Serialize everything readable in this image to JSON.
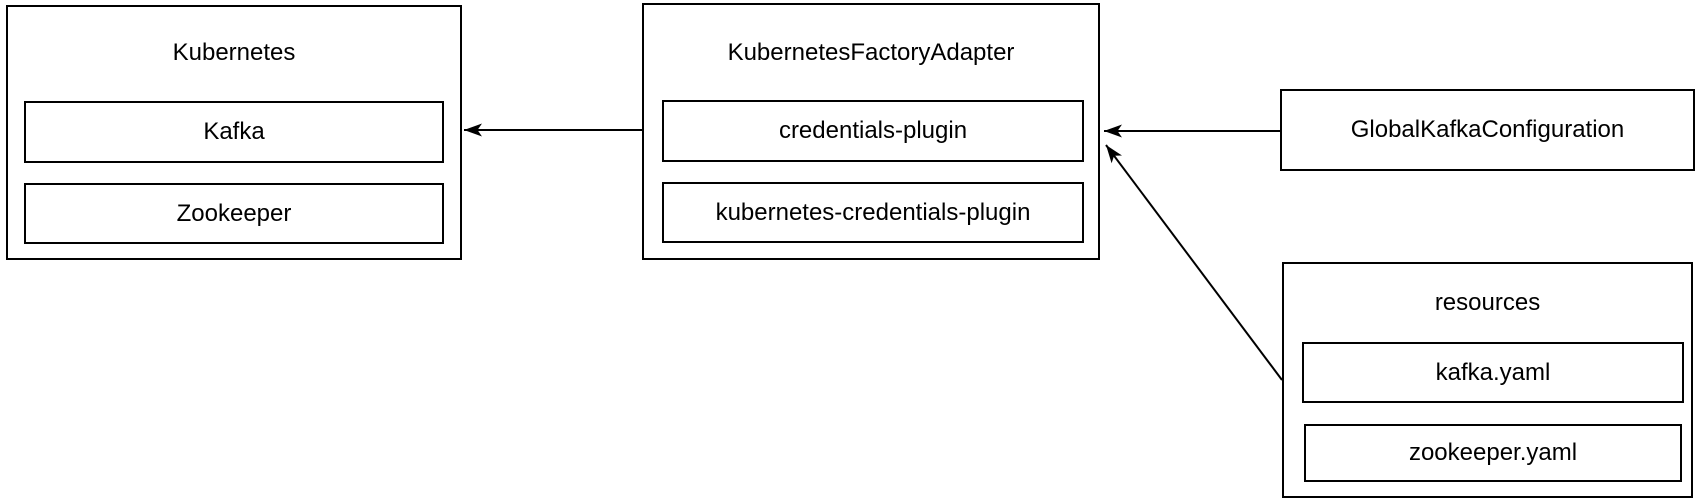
{
  "diagram": {
    "background_color": "#ffffff",
    "stroke_color": "#000000",
    "text_color": "#000000",
    "nodes": [
      {
        "id": "kubernetes",
        "title": "Kubernetes",
        "children": [
          "Kafka",
          "Zookeeper"
        ]
      },
      {
        "id": "kubernetes-factory-adapter",
        "title": "KubernetesFactoryAdapter",
        "children": [
          "credentials-plugin",
          "kubernetes-credentials-plugin"
        ]
      },
      {
        "id": "global-kafka-configuration",
        "title": "GlobalKafkaConfiguration",
        "children": []
      },
      {
        "id": "resources",
        "title": "resources",
        "children": [
          "kafka.yaml",
          "zookeeper.yaml"
        ]
      }
    ],
    "edges": [
      {
        "from": "kubernetes-factory-adapter",
        "to": "kubernetes",
        "arrowhead": "classic",
        "direction": "left"
      },
      {
        "from": "global-kafka-configuration",
        "to": "kubernetes-factory-adapter",
        "arrowhead": "classic",
        "direction": "left"
      },
      {
        "from": "resources",
        "to": "kubernetes-factory-adapter",
        "arrowhead": "classic",
        "direction": "up-left"
      }
    ]
  }
}
